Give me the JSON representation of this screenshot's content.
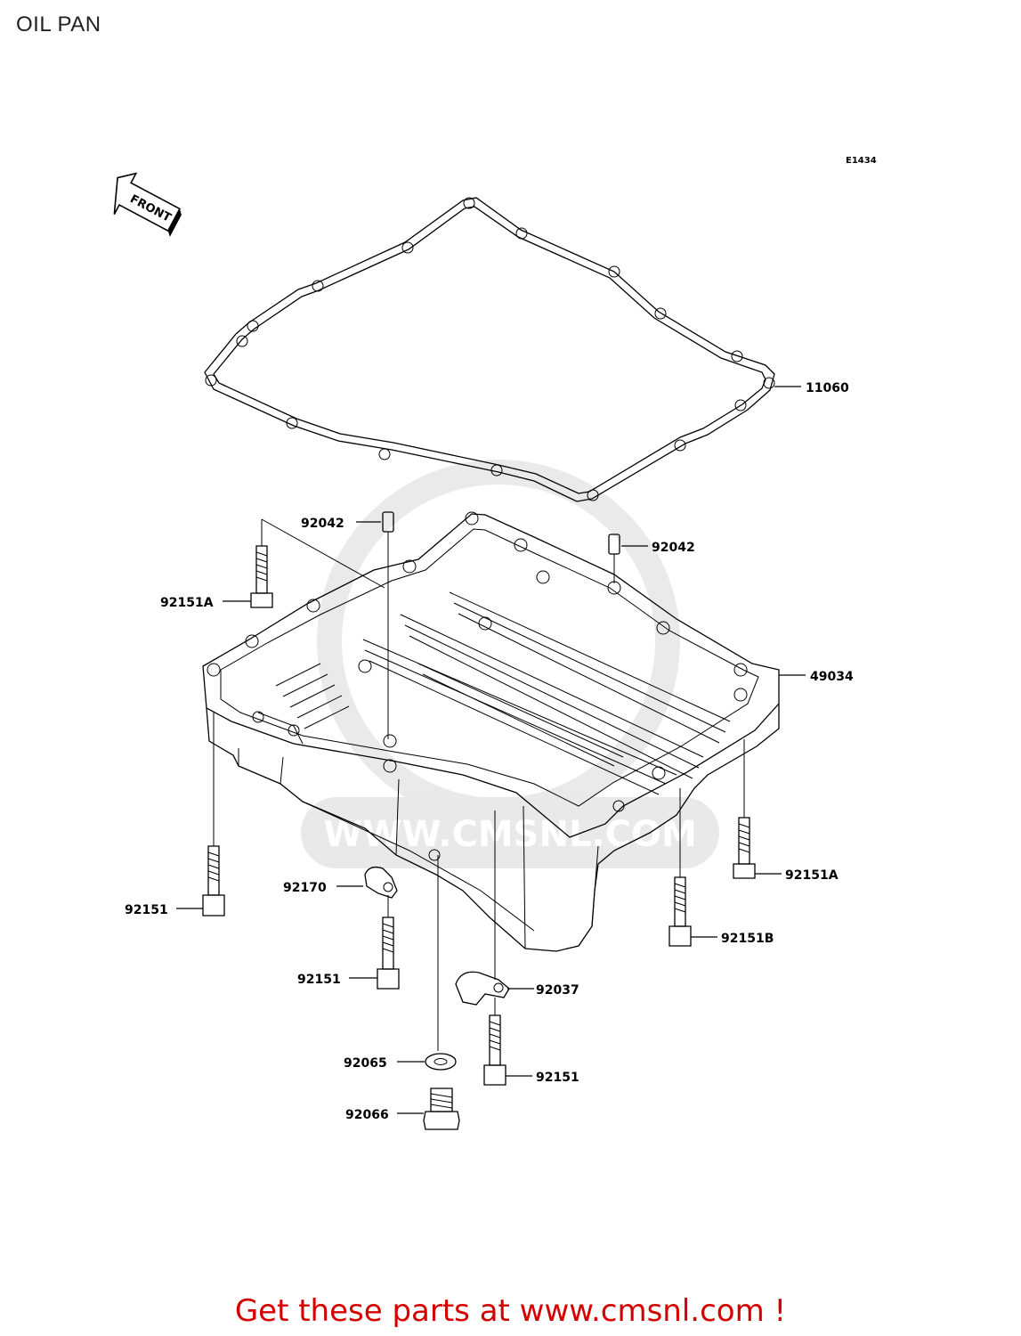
{
  "title": "OIL PAN",
  "diagram_code": "E1434",
  "front_marker": "FRONT",
  "watermark": "WWW.CMSNL.COM",
  "labels": {
    "gasket": "11060",
    "dowel_left": "92042",
    "dowel_right": "92042",
    "bolt_a_left": "92151A",
    "oil_pan": "49034",
    "bolt_a_right": "92151A",
    "bolt_left": "92151",
    "clamp_left": "92170",
    "bolt_b": "92151B",
    "bolt_center": "92151",
    "clamp_right": "92037",
    "washer": "92065",
    "bolt_lower": "92151",
    "drain_plug": "92066"
  },
  "footer": "Get these parts at www.cmsnl.com !"
}
